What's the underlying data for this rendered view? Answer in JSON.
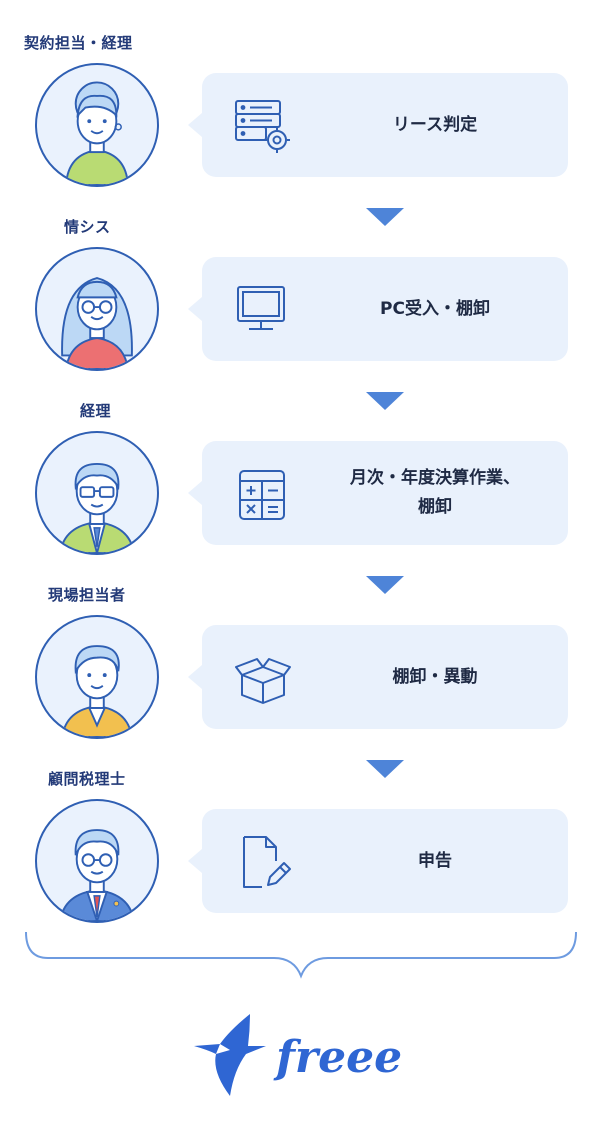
{
  "flow": [
    {
      "role": "契約担当・経理",
      "task": "リース判定",
      "icon": "server-gear-icon"
    },
    {
      "role": "情シス",
      "task": "PC受入・棚卸",
      "icon": "monitor-icon"
    },
    {
      "role": "経理",
      "task": "月次・年度決算作業、\n棚卸",
      "icon": "calculator-icon"
    },
    {
      "role": "現場担当者",
      "task": "棚卸・異動",
      "icon": "open-box-icon"
    },
    {
      "role": "顧問税理士",
      "task": "申告",
      "icon": "document-pen-icon"
    }
  ],
  "brand": {
    "logo_text": "freee",
    "color": "#2f66d3"
  },
  "colors": {
    "card_bg": "#e9f1fc",
    "accent": "#2f5fb3",
    "arrow": "#4e84d8"
  }
}
